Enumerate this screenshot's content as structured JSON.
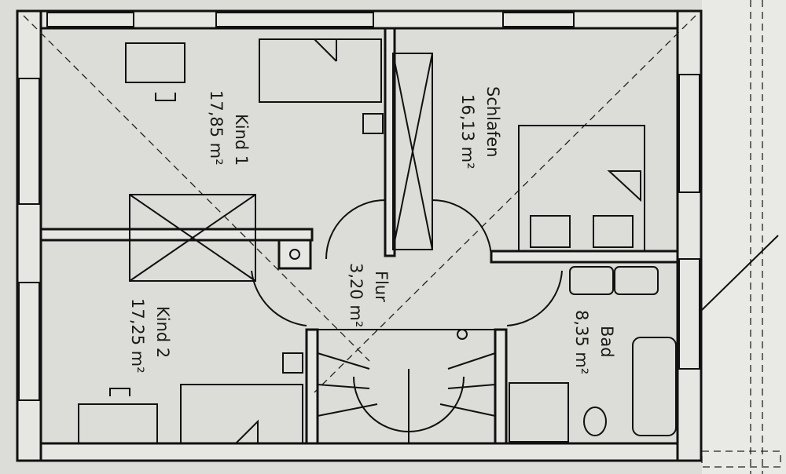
{
  "rooms": [
    {
      "name": "Kind 1",
      "area": "17,85 m²"
    },
    {
      "name": "Schlafen",
      "area": "16,13 m²"
    },
    {
      "name": "Kind 2",
      "area": "17,25 m²"
    },
    {
      "name": "Flur",
      "area": "3,20 m²"
    },
    {
      "name": "Bad",
      "area": "8,35 m²"
    }
  ],
  "colors": {
    "paper": "#dcdcd8",
    "line": "#111111"
  }
}
